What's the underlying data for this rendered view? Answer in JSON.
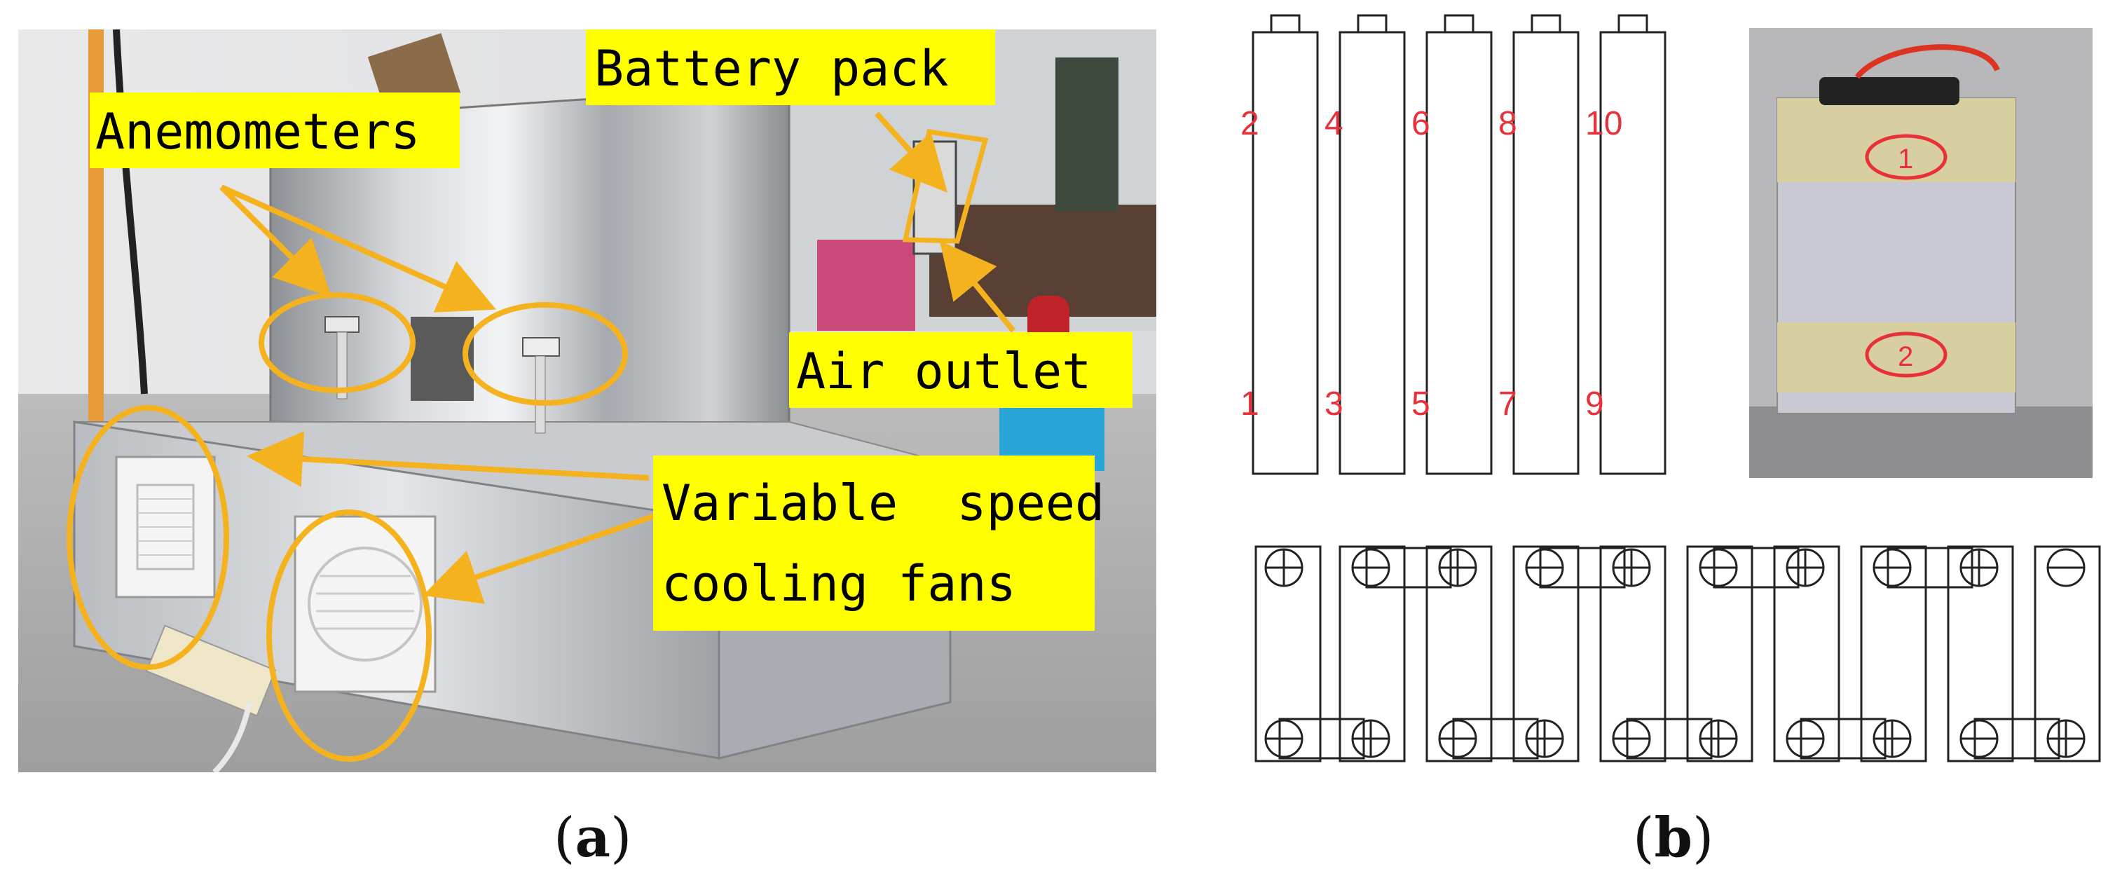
{
  "panel_a": {
    "labels": {
      "battery_pack": "Battery pack",
      "anemometers": "Anemometers",
      "air_outlet": "Air outlet",
      "fans_line1": "Variable  speed",
      "fans_line2": "cooling fans"
    },
    "caption_letter": "a",
    "label_bg": "#ffff00",
    "annotation_color": "#f5b21f"
  },
  "panel_b": {
    "cell_numbers_top": [
      "2",
      "4",
      "6",
      "8",
      "10"
    ],
    "cell_numbers_bottom": [
      "1",
      "3",
      "5",
      "7",
      "9"
    ],
    "photo_marks": [
      "1",
      "2"
    ],
    "caption_letter": "b",
    "number_color": "#e8303a"
  }
}
